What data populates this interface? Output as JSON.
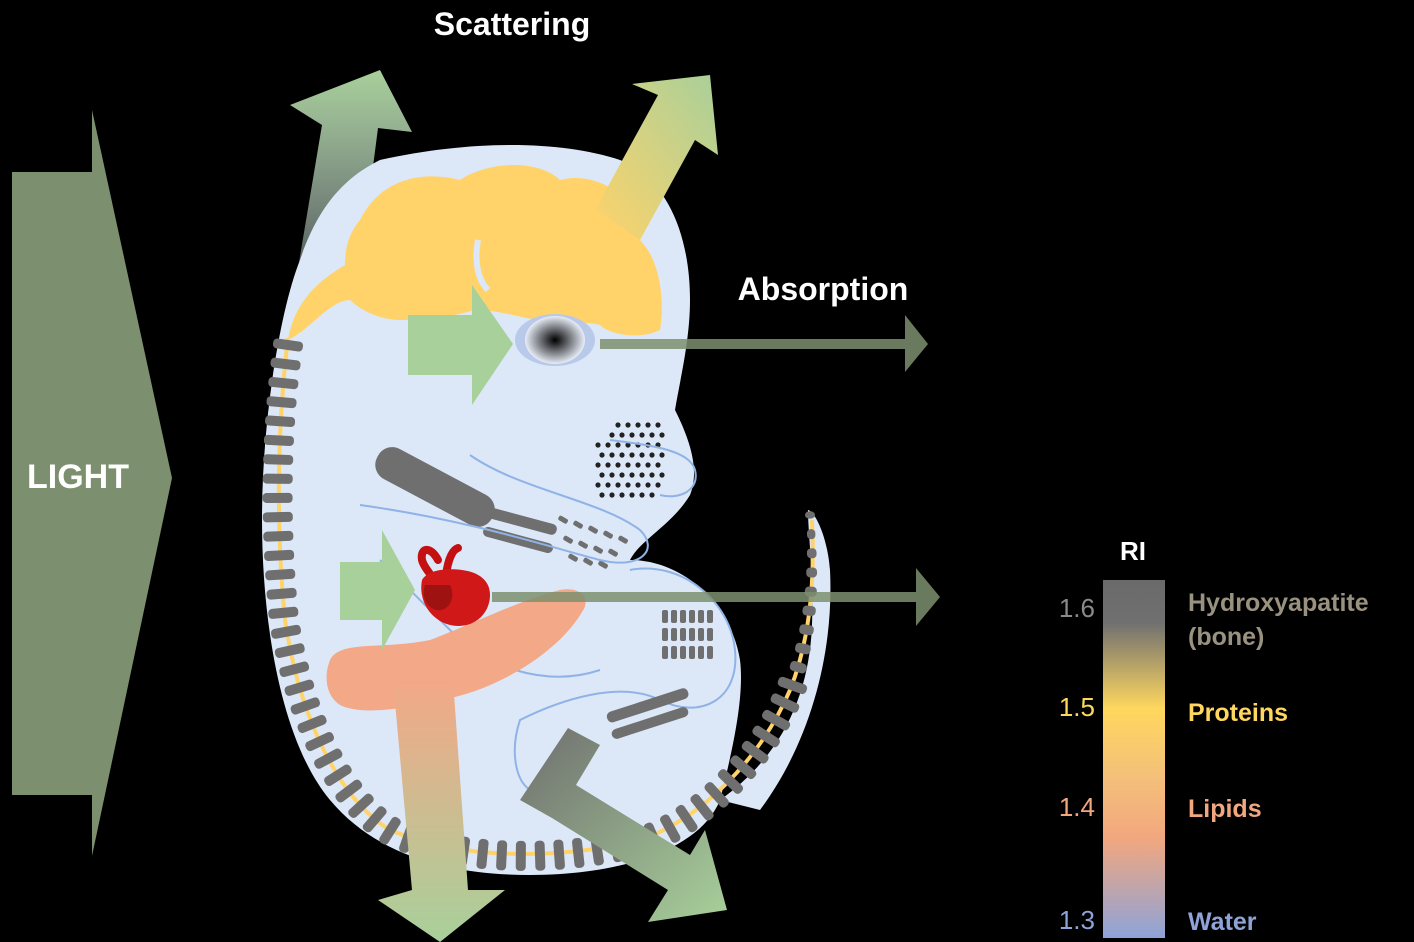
{
  "labels": {
    "light": "LIGHT",
    "scattering": "Scattering",
    "absorption": "Absorption"
  },
  "legend": {
    "title": "RI",
    "ticks": [
      "1.6",
      "1.5",
      "1.4",
      "1.3"
    ],
    "tick_colors": [
      "#8a8a8a",
      "#ffd75e",
      "#f2a77e",
      "#8ea3d8"
    ],
    "entries": [
      {
        "label": "Hydroxyapatite",
        "label2": "(bone)",
        "color": "#9a9280"
      },
      {
        "label": "Proteins",
        "color": "#ffd75e"
      },
      {
        "label": "Lipids",
        "color": "#f2a77e"
      },
      {
        "label": "Water",
        "color": "#8ea3d8"
      }
    ]
  },
  "colors": {
    "light_arrow": "#7c8f6e",
    "arrow_green": "#a8d09a",
    "body": "#dce8f8",
    "bone": "#6f6f6f",
    "brain": "#ffd36a",
    "lipid": "#f3a888",
    "heart": "#c41010"
  }
}
